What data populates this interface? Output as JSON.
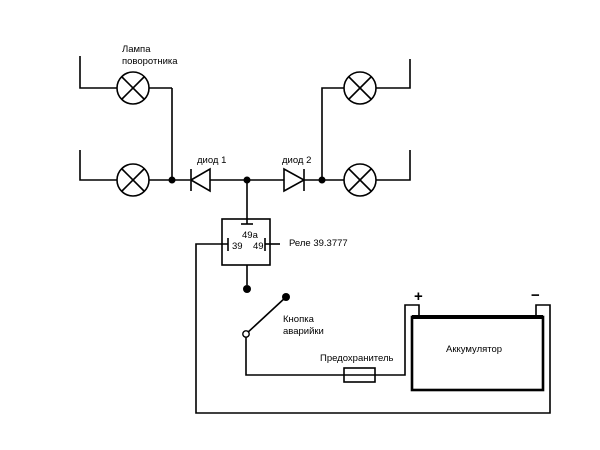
{
  "labels": {
    "lamp_line1": "Лампа",
    "lamp_line2": "поворотника",
    "diode1": "диод 1",
    "diode2": "диод 2",
    "relay": "Реле 39.3777",
    "relay_pin_49a": "49а",
    "relay_pin_39": "39",
    "relay_pin_49": "49",
    "button_line1": "Кнопка",
    "button_line2": "аварийки",
    "fuse": "Предохранитель",
    "battery": "Аккумулятор",
    "battery_plus": "+",
    "battery_minus": "−"
  },
  "icons": {
    "lamp": "lamp-icon",
    "diode": "diode-icon",
    "fuse": "fuse-icon",
    "switch": "switch-icon"
  }
}
